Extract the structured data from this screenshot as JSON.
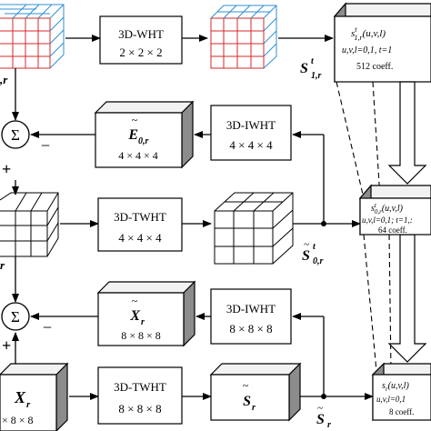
{
  "blocks": {
    "wht_top": {
      "name": "3D-WHT",
      "size": "2 × 2 × 2"
    },
    "iwht_mid": {
      "name": "3D-IWHT",
      "size": "4 × 4 × 4"
    },
    "e0r": {
      "label": "E",
      "sub": "0,r",
      "size": "4 × 4 × 4"
    },
    "twht_mid": {
      "name": "3D-TWHT",
      "size": "4 × 4 × 4"
    },
    "iwht_low": {
      "name": "3D-IWHT",
      "size": "8 × 8 × 8"
    },
    "xr_mid": {
      "label": "X",
      "sub": "r",
      "size": "8 × 8 × 8"
    },
    "xr_left": {
      "label": "X",
      "sub": "r",
      "size": "× 8 × 8"
    },
    "twht_low": {
      "name": "3D-TWHT",
      "size": "8 × 8 × 8"
    },
    "sr_box": {
      "label": "S",
      "sub": "r"
    }
  },
  "labels": {
    "s1r": {
      "main": "S",
      "sup": "t",
      "sub": "1,r"
    },
    "s0r": {
      "main": "S",
      "sup": "t",
      "sub": "0,r"
    },
    "sr": {
      "main": "S",
      "sub": "r"
    },
    "left_cut": ",r",
    "left_cut2": "r"
  },
  "panels": {
    "top": {
      "line1": "s",
      "line1_sup": "t",
      "line1_sub": "1,r",
      "line1_args": "(u,v,l)",
      "line2": "u,v,l=0,1, t=1",
      "line3": "512 coeff."
    },
    "mid": {
      "line1": "s",
      "line1_sup": "t",
      "line1_sub": "0,r",
      "line1_args": "(u,v,l)",
      "line2": "u,v,l=0,1; t=1,:",
      "line3": "64 coeff."
    },
    "low": {
      "line1": "s",
      "line1_sub": "r",
      "line1_args": "(u,v,l)",
      "line2": "u,v,l=0,1",
      "line3": "8 coeff."
    }
  },
  "operators": {
    "sum": "Σ",
    "plus": "+",
    "minus": "−"
  }
}
